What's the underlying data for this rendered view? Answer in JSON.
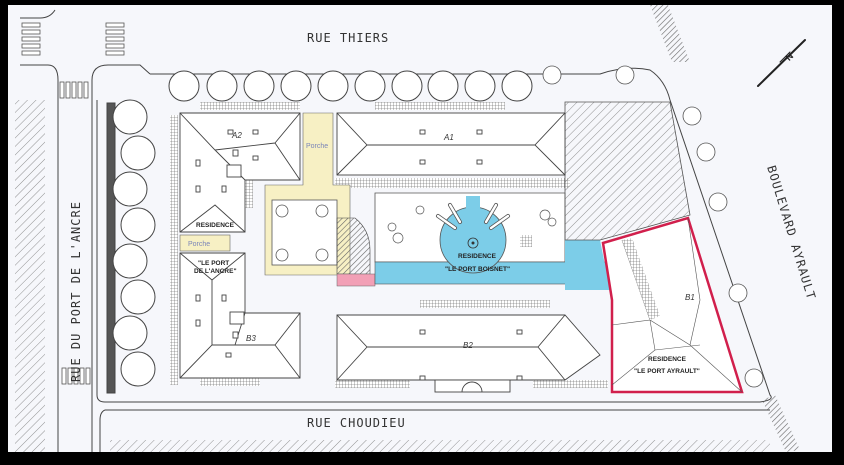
{
  "map": {
    "type": "site-plan",
    "north_arrow": {
      "label": "N",
      "angle_deg": 45
    },
    "streets": [
      {
        "id": "top",
        "name": "RUE THIERS"
      },
      {
        "id": "left",
        "name": "RUE DU PORT DE L'ANCRE"
      },
      {
        "id": "right",
        "name": "BOULEVARD AYRAULT"
      },
      {
        "id": "bottom",
        "name": "RUE CHOUDIEU"
      }
    ],
    "buildings": [
      {
        "id": "A1",
        "label": "A1"
      },
      {
        "id": "A2",
        "label": "A2"
      },
      {
        "id": "B1",
        "label": "B1"
      },
      {
        "id": "B2",
        "label": "B2"
      },
      {
        "id": "B3",
        "label": "B3"
      }
    ],
    "residences": [
      {
        "id": "ancre",
        "line1": "RESIDENCE",
        "line2": "\"LE PORT",
        "line3": "DE L'ANCRE\"",
        "color": "#f7f0c4"
      },
      {
        "id": "boisnet",
        "line1": "RESIDENCE",
        "line2": "\"LE PORT BOISNET\"",
        "color": "#7ccde8"
      },
      {
        "id": "ayrault",
        "line1": "RESIDENCE",
        "line2": "\"LE PORT AYRAULT\"",
        "color": "#d11f4c"
      }
    ],
    "porches": [
      {
        "id": "porche-top",
        "label": "Porche"
      },
      {
        "id": "porche-left",
        "label": "Porche"
      }
    ],
    "colors": {
      "background": "#f6f7fb",
      "frame": "#000000",
      "ancre_zone": "#f7f0c4",
      "boisnet_zone": "#7ccde8",
      "ayrault_outline": "#d11f4c",
      "pink_strip": "#f2a0b6",
      "line": "#444444"
    }
  }
}
